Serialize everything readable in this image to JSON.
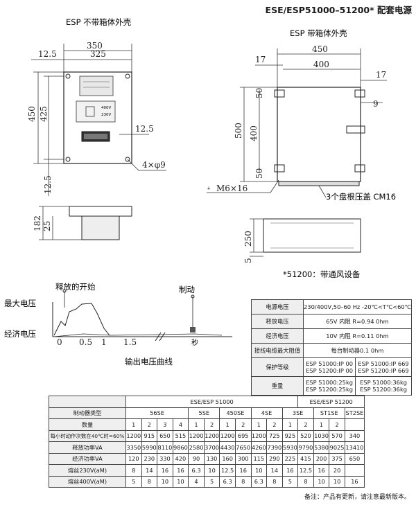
{
  "header": {
    "title": "ESE/ESP51000–51200* 配套电源"
  },
  "drawing_left": {
    "title": "ESP 不带箱体外壳",
    "dim_350": "350",
    "dim_325": "325",
    "dim_12_5_top": "12.5",
    "dim_450": "450",
    "dim_425": "425",
    "dim_12_5_bottom": "12.5",
    "dim_12_5_right": "12.5",
    "hole": "4×φ9",
    "dim_182": "182",
    "dim_25": "25",
    "box_label_1": "400V",
    "box_label_2": "230V"
  },
  "drawing_right": {
    "title": "ESP 带箱体外壳",
    "dim_17_top": "17",
    "dim_450": "450",
    "dim_400": "400",
    "dim_17_right": "17",
    "dim_9": "9",
    "dim_50_top": "50",
    "dim_500": "500",
    "dim_400_v": "400",
    "dim_50_bottom": "50",
    "m6": "M6×16",
    "cable_note": "3个盘根压盖 CM16",
    "dim_250": "250",
    "dim_5": "5",
    "vent_note": "*51200：带通风设备"
  },
  "voltage_curve": {
    "label_release": "释放的开始",
    "label_brake": "制动",
    "label_max": "最大电压",
    "label_eco": "经济电压",
    "tick_0": "0",
    "tick_05": "0.5",
    "tick_1": "1",
    "tick_15": "1.5",
    "tick_sec": "秒",
    "caption": "输出电压曲线"
  },
  "spec_table": [
    {
      "k": "电源电压",
      "v": "230/400V,50–60 Hz -20℃<T℃<60℃"
    },
    {
      "k": "释放电压",
      "v": "65V 内阻 R=0.94 0hm"
    },
    {
      "k": "经济电压",
      "v": "10V 内阻 R=0.11 0hm"
    },
    {
      "k": "接线电缆最大阻值",
      "v": "每台制动器0.1 0hm"
    },
    {
      "k": "保护等级",
      "v1": "ESP 51000:IP 00",
      "v2": "ESP 51000:IP 669",
      "v3": "ESP 51200:IP 00",
      "v4": "ESP 51200:IP 669"
    },
    {
      "k": "重量",
      "v1": "ESP 51000:25kg",
      "v2": "ESP 51000:36kg",
      "v3": "ESP 51200:25kg",
      "v4": "ESP 51200:36kg"
    }
  ],
  "capacity_table": {
    "group1": "ESE/ESP 51000",
    "group2": "ESE/ESP 51200",
    "type_label": "制动器类型",
    "types": [
      "56SE",
      "5SE",
      "450SE",
      "4SE",
      "3SE",
      "ST1SE",
      "ST2SE"
    ],
    "qty_label": "数量",
    "qty": [
      "1",
      "2",
      "3",
      "4",
      "1",
      "2",
      "1",
      "2",
      "1",
      "2",
      "1",
      "2",
      "1",
      "2"
    ],
    "rows": [
      {
        "label": "每小时动作次数在40℃时=60%",
        "values": [
          "1200",
          "915",
          "650",
          "515",
          "1200",
          "1200",
          "1200",
          "695",
          "1200",
          "725",
          "925",
          "520",
          "1030",
          "570",
          "340"
        ]
      },
      {
        "label": "释放功率VA",
        "values": [
          "3350",
          "5990",
          "8110",
          "9860",
          "2580",
          "3700",
          "4430",
          "7650",
          "4260",
          "7390",
          "5930",
          "9790",
          "5380",
          "9025",
          "13410"
        ]
      },
      {
        "label": "经济功率VA",
        "values": [
          "120",
          "230",
          "330",
          "420",
          "90",
          "130",
          "160",
          "300",
          "115",
          "290",
          "225",
          "415",
          "200",
          "375",
          "650"
        ]
      },
      {
        "label": "熔丝230V(aM)",
        "values": [
          "8",
          "14",
          "16",
          "16",
          "6.3",
          "10",
          "12.5",
          "16",
          "10",
          "14",
          "16",
          "12.5",
          "16",
          "20"
        ]
      },
      {
        "label": "熔丝400V(aM)",
        "values": [
          "5",
          "8",
          "10",
          "10",
          "4",
          "5",
          "6.3",
          "8",
          "6.3",
          "8",
          "5",
          "8",
          "10",
          "10",
          "16"
        ]
      }
    ]
  },
  "footer": {
    "note": "备注：产品有更新，请注意最新版本。"
  }
}
